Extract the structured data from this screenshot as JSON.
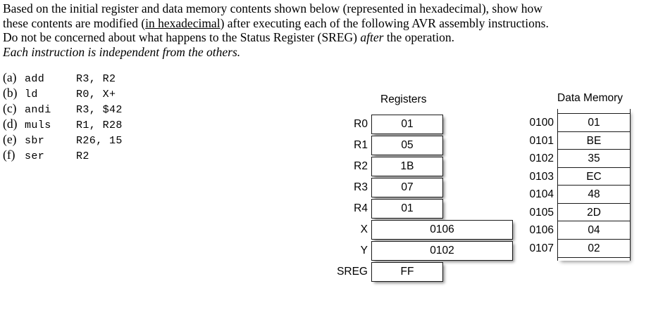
{
  "prose": {
    "line1_a": "Based on the initial register and data memory contents shown below (represented in hexadecimal), show how",
    "line2_a": "these contents are modified (",
    "line2_underlined": "in hexadecimal",
    "line2_b": ") after executing each of the following AVR assembly instructions.",
    "line3_a": "Do not be concerned about what happens to the Status Register (SREG) ",
    "line3_italic": "after",
    "line3_b": " the operation.",
    "line4_italic": "Each instruction is independent from the others."
  },
  "instructions": [
    {
      "label": "(a)",
      "mnemonic": "add",
      "operands": "R3, R2"
    },
    {
      "label": "(b)",
      "mnemonic": "ld",
      "operands": "R0, X+"
    },
    {
      "label": "(c)",
      "mnemonic": "andi",
      "operands": "R3, $42"
    },
    {
      "label": "(d)",
      "mnemonic": "muls",
      "operands": "R1, R28"
    },
    {
      "label": "(e)",
      "mnemonic": "sbr",
      "operands": "R26, 15"
    },
    {
      "label": "(f)",
      "mnemonic": "ser",
      "operands": "R2"
    }
  ],
  "registers": {
    "title": "Registers",
    "rows": [
      {
        "label": "R0",
        "value": "01",
        "width": "narrow"
      },
      {
        "label": "R1",
        "value": "05",
        "width": "narrow"
      },
      {
        "label": "R2",
        "value": "1B",
        "width": "narrow"
      },
      {
        "label": "R3",
        "value": "07",
        "width": "narrow"
      },
      {
        "label": "R4",
        "value": "01",
        "width": "narrow"
      },
      {
        "label": "X",
        "value": "0106",
        "width": "wide"
      },
      {
        "label": "Y",
        "value": "0102",
        "width": "wide"
      },
      {
        "label": "SREG",
        "value": "FF",
        "width": "narrow"
      }
    ]
  },
  "memory": {
    "title": "Data Memory",
    "rows": [
      {
        "address": "0100",
        "value": "01"
      },
      {
        "address": "0101",
        "value": "BE"
      },
      {
        "address": "0102",
        "value": "35"
      },
      {
        "address": "0103",
        "value": "EC"
      },
      {
        "address": "0104",
        "value": "48"
      },
      {
        "address": "0105",
        "value": "2D"
      },
      {
        "address": "0106",
        "value": "04"
      },
      {
        "address": "0107",
        "value": "02"
      }
    ]
  },
  "colors": {
    "background": "#ffffff",
    "text": "#000000",
    "border": "#1a1a1a"
  }
}
